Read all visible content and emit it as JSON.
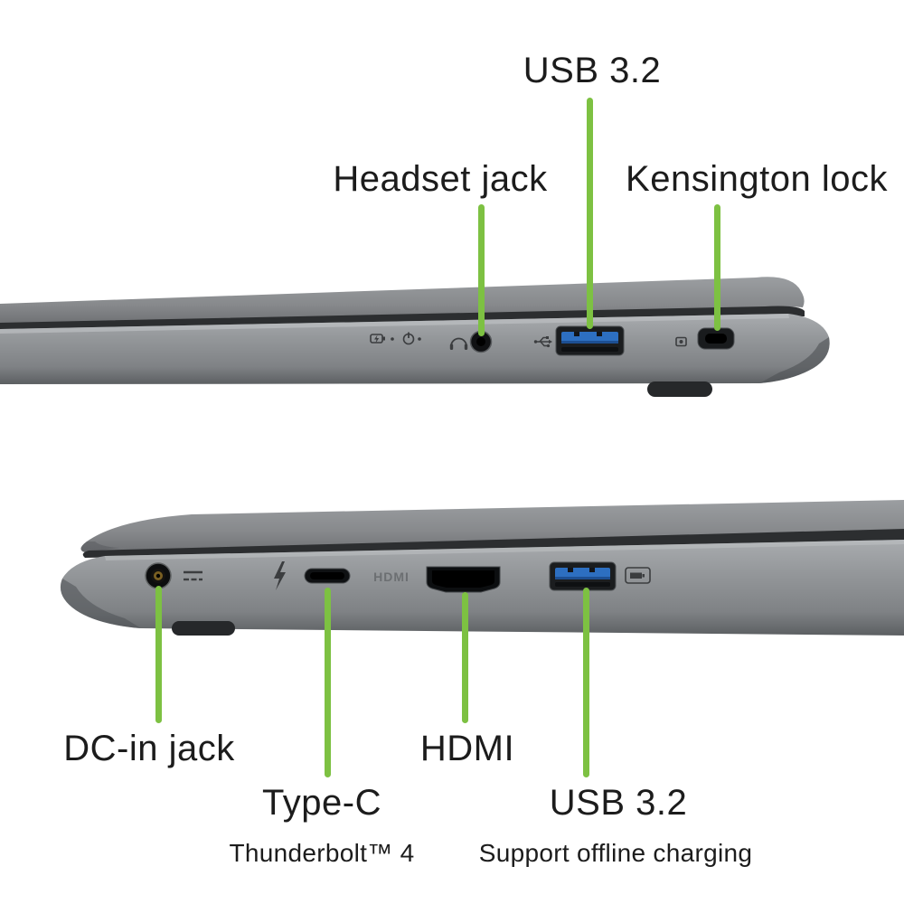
{
  "colors": {
    "accent_green": "#7dc142",
    "label_text": "#1c1c1c",
    "usb_blue": "#2d6fc1"
  },
  "right_side_view": {
    "callouts": [
      {
        "id": "usb-3-2",
        "label": "USB 3.2"
      },
      {
        "id": "headset-jack",
        "label": "Headset jack"
      },
      {
        "id": "kensington-lock",
        "label": "Kensington lock"
      }
    ]
  },
  "left_side_view": {
    "callouts": [
      {
        "id": "dc-in-jack",
        "label": "DC-in jack"
      },
      {
        "id": "type-c",
        "label": "Type-C",
        "sublabel": "Thunderbolt™ 4"
      },
      {
        "id": "hdmi",
        "label": "HDMI"
      },
      {
        "id": "usb-3-2",
        "label": "USB 3.2",
        "sublabel": "Support offline charging"
      }
    ]
  },
  "engravings": {
    "hdmi_port_label": "HDMI"
  }
}
